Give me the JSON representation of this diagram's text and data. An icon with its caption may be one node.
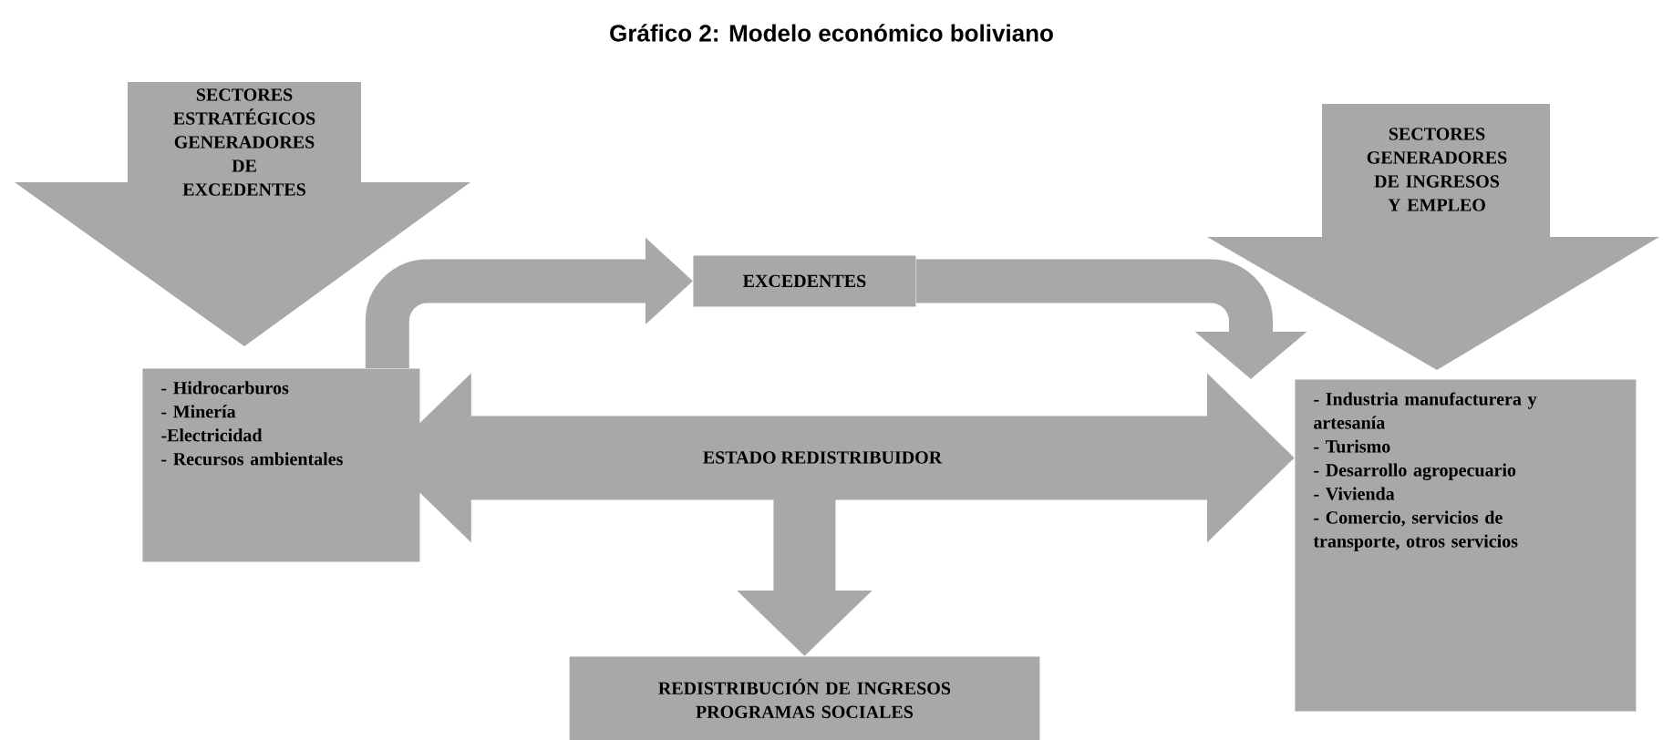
{
  "diagram": {
    "title": "Gráfico 2: Modelo económico boliviano",
    "nodes": [
      {
        "text": [
          "SECTORES ESTRATÉGICOS GENERADORES DE EXCEDENTES"
        ]
      },
      {
        "text": [
          "- Hidrocarburos",
          "- Minería",
          "-Electricidad",
          "- Recursos ambientales"
        ]
      },
      {
        "text": [
          "EXCEDENTES"
        ]
      },
      {
        "text": [
          "SECTORES GENERADORES DE INGRESOS Y EMPLEO"
        ]
      },
      {
        "text": [
          "- Industria manufacturera y artesanía",
          "- Turismo",
          "- Desarrollo agropecuario",
          "- Vivienda",
          "- Comercio, servicios de transporte, otros servicios"
        ]
      },
      {
        "text": [
          "REDISTRIBUCIÓN DE INGRESOS PROGRAMAS SOCIALES"
        ]
      }
    ],
    "edges": [
      {
        "from": 1,
        "to": 2,
        "arrow": "to"
      },
      {
        "from": 2,
        "to": 4,
        "arrow": "to"
      },
      {
        "from": 1,
        "to": 4,
        "arrow": "both",
        "style": "thick",
        "label": "ESTADO REDISTRIBUIDOR"
      },
      {
        "from": null,
        "to": 5,
        "arrow": "to"
      }
    ]
  }
}
